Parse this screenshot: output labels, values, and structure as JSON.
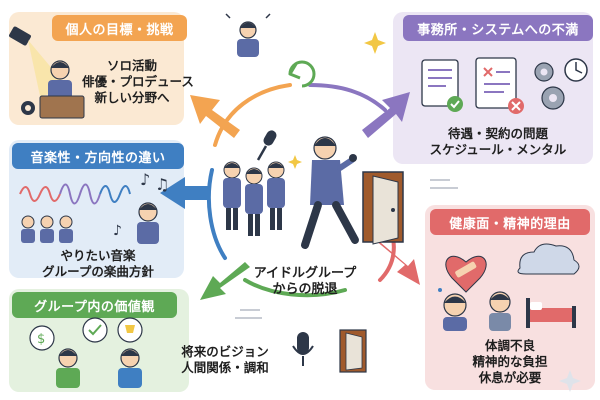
{
  "center": {
    "line1": "アイドルグループ",
    "line2": "からの脱退"
  },
  "panels": {
    "personal": {
      "title": "個人の目標・挑戦",
      "lines": [
        "ソロ活動",
        "俳優・プロデュース",
        "新しい分野へ"
      ],
      "color": "#f3a451",
      "bg": "#fbe9d3"
    },
    "agency": {
      "title": "事務所・システムへの不満",
      "lines": [
        "待遇・契約の問題",
        "スケジュール・メンタル"
      ],
      "color": "#8b76c0",
      "bg": "#ece6f4"
    },
    "music": {
      "title": "音楽性・方向性の違い",
      "lines": [
        "やりたい音楽",
        "グループの楽曲方針"
      ],
      "color": "#3f7fc2",
      "bg": "#e2ecf7"
    },
    "health": {
      "title": "健康面・精神的理由",
      "lines": [
        "体調不良",
        "精神的な負担",
        "休息が必要"
      ],
      "color": "#e16a6a",
      "bg": "#f8e0e0"
    },
    "values": {
      "title": "グループ内の価値観",
      "lines": [
        "将来のビジョン",
        "人間関係・調和"
      ],
      "color": "#5ea955",
      "bg": "#e4f1df"
    }
  },
  "icons": {
    "sign": "$",
    "colors": {
      "accent": "#f2c744",
      "dark": "#2d3748",
      "suit": "#5b6ba5",
      "skin": "#f6d2b0"
    }
  }
}
